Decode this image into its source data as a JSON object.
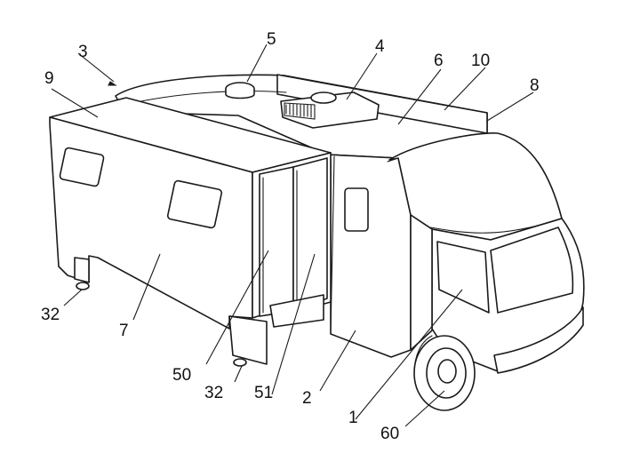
{
  "figure": {
    "labels": {
      "l1": "1",
      "l2": "2",
      "l3": "3",
      "l4": "4",
      "l5": "5",
      "l6": "6",
      "l7": "7",
      "l8": "8",
      "l9": "9",
      "l10": "10",
      "l32a": "32",
      "l32b": "32",
      "l50": "50",
      "l51": "51",
      "l60": "60"
    }
  }
}
